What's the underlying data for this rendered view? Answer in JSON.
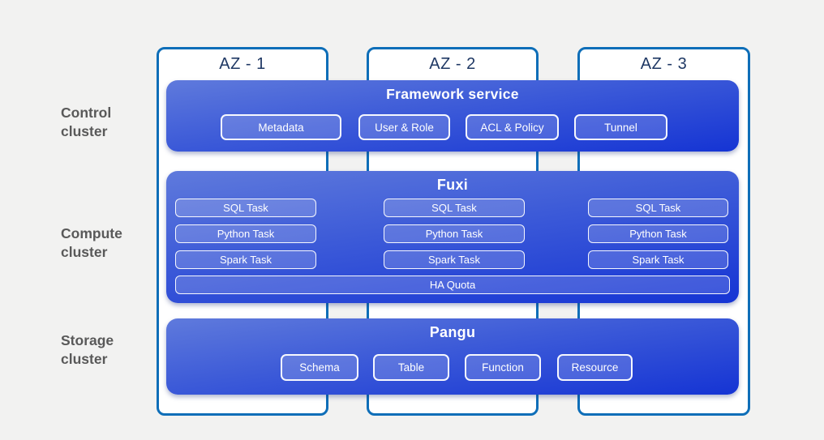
{
  "colors": {
    "background": "#f2f2f1",
    "az_border": "#0e6eb8",
    "az_fill": "#ffffff",
    "az_label_text": "#1f3864",
    "cluster_label_text": "#595959",
    "panel_gradient_top": "#5f7adc",
    "panel_gradient_bottom": "#1534d4",
    "node_border": "#ffffff",
    "panel_text": "#ffffff"
  },
  "cluster_labels": [
    {
      "label": "Control cluster"
    },
    {
      "label": "Compute cluster"
    },
    {
      "label": "Storage cluster"
    }
  ],
  "zones": [
    {
      "label": "AZ - 1"
    },
    {
      "label": "AZ - 2"
    },
    {
      "label": "AZ - 3"
    }
  ],
  "control_panel": {
    "title": "Framework service",
    "nodes": [
      "Metadata",
      "User & Role",
      "ACL & Policy",
      "Tunnel"
    ]
  },
  "compute_panel": {
    "title": "Fuxi",
    "columns": [
      [
        "SQL Task",
        "Python Task",
        "Spark Task"
      ],
      [
        "SQL Task",
        "Python Task",
        "Spark Task"
      ],
      [
        "SQL Task",
        "Python Task",
        "Spark Task"
      ]
    ],
    "quota": "HA Quota"
  },
  "storage_panel": {
    "title": "Pangu",
    "nodes": [
      "Schema",
      "Table",
      "Function",
      "Resource"
    ]
  }
}
